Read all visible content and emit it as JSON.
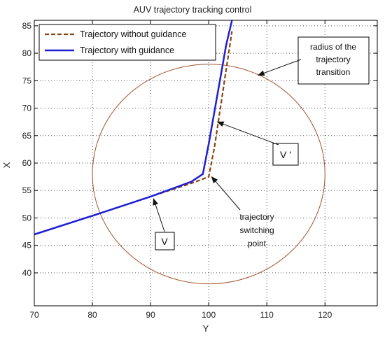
{
  "chart_data": {
    "type": "line",
    "title": "AUV trajectory tracking control",
    "xlabel": "Y",
    "ylabel": "X",
    "xlim": [
      70,
      129
    ],
    "ylim": [
      34,
      86
    ],
    "xticks": [
      70,
      80,
      90,
      100,
      110,
      120
    ],
    "yticks": [
      40,
      45,
      50,
      55,
      60,
      65,
      70,
      75,
      80,
      85
    ],
    "grid": true,
    "legend_position": "top-left",
    "series": [
      {
        "name": "Trajectory without guidance",
        "style": "dashed",
        "color": "#8b4513",
        "x": [
          70,
          80,
          90,
          97,
          100,
          101,
          102,
          103,
          104
        ],
        "y": [
          47,
          50.4,
          53.9,
          56.3,
          57.5,
          63,
          70,
          77,
          84
        ]
      },
      {
        "name": "Trajectory with guidance",
        "style": "solid",
        "color": "#1f1fd6",
        "x": [
          70,
          80,
          90,
          97,
          99,
          100,
          101,
          102,
          103,
          104
        ],
        "y": [
          47,
          50.4,
          53.9,
          56.6,
          58,
          63.5,
          69.5,
          75.5,
          81.5,
          86
        ]
      }
    ],
    "circle": {
      "center": [
        100,
        58
      ],
      "radius_y": 20,
      "radius_x": 20,
      "color": "#a0522d"
    },
    "annotations": [
      {
        "text": "radius of the trajectory transition",
        "lines": [
          "radius of the",
          "trajectory",
          "transition"
        ],
        "boxed": true,
        "arrow_to": [
          108.5,
          76
        ]
      },
      {
        "text": "V '",
        "lines": [
          "V '"
        ],
        "boxed": true,
        "arrow_to": [
          101.5,
          67.5
        ]
      },
      {
        "text": "trajectory switching point",
        "lines": [
          "trajectory",
          "switching",
          "point"
        ],
        "boxed": false,
        "arrow_to": [
          100.5,
          57.5
        ]
      },
      {
        "text": "V",
        "lines": [
          "V"
        ],
        "boxed": true,
        "arrow_to": [
          90.5,
          53.5
        ]
      }
    ]
  }
}
